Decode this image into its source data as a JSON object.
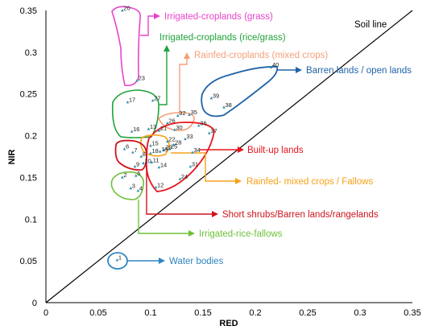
{
  "chart_data": {
    "type": "scatter",
    "title": "",
    "xlabel": "RED",
    "ylabel": "NIR",
    "xlim": [
      0,
      0.35
    ],
    "ylim": [
      0,
      0.35
    ],
    "xticks": [
      "0",
      "0.05",
      "0.1",
      "0.15",
      "0.2",
      "0.25",
      "0.3",
      "0.35"
    ],
    "yticks": [
      "0",
      "0.05",
      "0.1",
      "0.15",
      "0.2",
      "0.25",
      "0.3",
      "0.35"
    ],
    "grid": false,
    "legend": "none",
    "soil_line": {
      "label": "Soil line",
      "from": [
        0,
        0
      ],
      "to": [
        0.35,
        0.35
      ]
    },
    "points": [
      {
        "label": "1",
        "x": 0.068,
        "y": 0.051
      },
      {
        "label": "2",
        "x": 0.073,
        "y": 0.15
      },
      {
        "label": "3",
        "x": 0.081,
        "y": 0.137
      },
      {
        "label": "4",
        "x": 0.088,
        "y": 0.134
      },
      {
        "label": "5",
        "x": 0.086,
        "y": 0.152
      },
      {
        "label": "6",
        "x": 0.075,
        "y": 0.184
      },
      {
        "label": "7",
        "x": 0.083,
        "y": 0.18
      },
      {
        "label": "8",
        "x": 0.091,
        "y": 0.175
      },
      {
        "label": "9",
        "x": 0.085,
        "y": 0.163
      },
      {
        "label": "10",
        "x": 0.093,
        "y": 0.167
      },
      {
        "label": "11",
        "x": 0.101,
        "y": 0.168
      },
      {
        "label": "12",
        "x": 0.105,
        "y": 0.138
      },
      {
        "label": "13",
        "x": 0.098,
        "y": 0.208
      },
      {
        "label": "14",
        "x": 0.108,
        "y": 0.162
      },
      {
        "label": "15",
        "x": 0.1,
        "y": 0.188
      },
      {
        "label": "16",
        "x": 0.082,
        "y": 0.205
      },
      {
        "label": "17",
        "x": 0.078,
        "y": 0.24
      },
      {
        "label": "18",
        "x": 0.1,
        "y": 0.179
      },
      {
        "label": "19",
        "x": 0.109,
        "y": 0.181
      },
      {
        "label": "20",
        "x": 0.073,
        "y": 0.35
      },
      {
        "label": "21",
        "x": 0.108,
        "y": 0.206
      },
      {
        "label": "22",
        "x": 0.116,
        "y": 0.193
      },
      {
        "label": "23",
        "x": 0.087,
        "y": 0.266
      },
      {
        "label": "24",
        "x": 0.128,
        "y": 0.148
      },
      {
        "label": "25",
        "x": 0.118,
        "y": 0.184
      },
      {
        "label": "26",
        "x": 0.116,
        "y": 0.215
      },
      {
        "label": "27",
        "x": 0.102,
        "y": 0.242
      },
      {
        "label": "28",
        "x": 0.122,
        "y": 0.189
      },
      {
        "label": "29",
        "x": 0.113,
        "y": 0.183
      },
      {
        "label": "30",
        "x": 0.123,
        "y": 0.207
      },
      {
        "label": "31",
        "x": 0.138,
        "y": 0.163
      },
      {
        "label": "32",
        "x": 0.126,
        "y": 0.224
      },
      {
        "label": "33",
        "x": 0.133,
        "y": 0.196
      },
      {
        "label": "34",
        "x": 0.14,
        "y": 0.18
      },
      {
        "label": "35",
        "x": 0.137,
        "y": 0.225
      },
      {
        "label": "36",
        "x": 0.146,
        "y": 0.212
      },
      {
        "label": "37",
        "x": 0.156,
        "y": 0.203
      },
      {
        "label": "38",
        "x": 0.17,
        "y": 0.234
      },
      {
        "label": "39",
        "x": 0.158,
        "y": 0.245
      },
      {
        "label": "40",
        "x": 0.215,
        "y": 0.282
      }
    ],
    "groups": [
      {
        "name": "Irrigated-croplands (grass)",
        "color": "#e844cc"
      },
      {
        "name": "Irrigated-croplands (rice/grass)",
        "color": "#1fa23a"
      },
      {
        "name": "Rainfed-croplands (mixed crops)",
        "color": "#f4a07a"
      },
      {
        "name": "Barren lands / open lands",
        "color": "#1f63a8"
      },
      {
        "name": "Built-up lands",
        "color": "#e8141c"
      },
      {
        "name": "Rainfed- mixed crops / Fallows",
        "color": "#f6a21a"
      },
      {
        "name": "Short shrubs/Barren lands/rangelands",
        "color": "#cc141c"
      },
      {
        "name": "Irrigated-rice-fallows",
        "color": "#6fc13a"
      },
      {
        "name": "Water bodies",
        "color": "#2e86c1"
      }
    ]
  }
}
